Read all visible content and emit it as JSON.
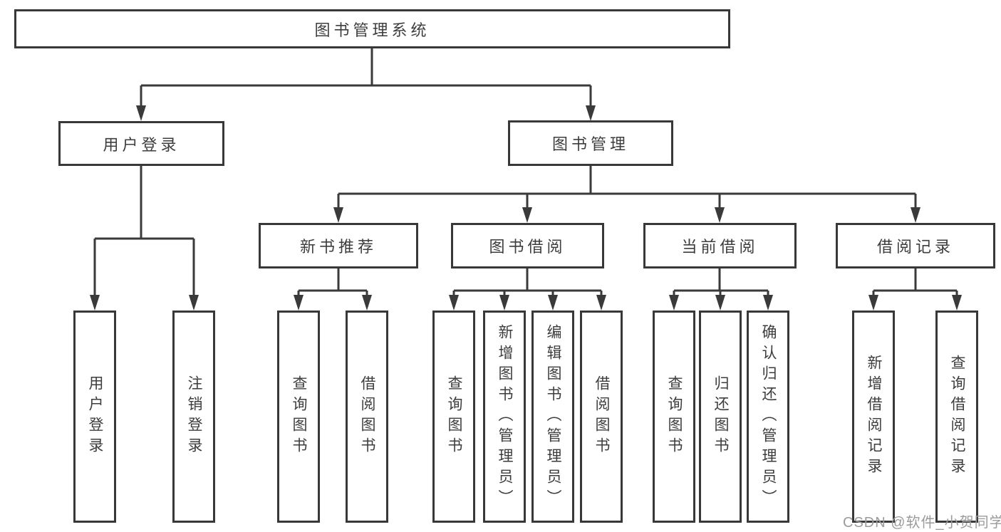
{
  "nodes": {
    "root": {
      "label": "图书管理系统"
    },
    "user_login": {
      "label": "用户登录"
    },
    "book_mgmt": {
      "label": "图书管理"
    },
    "new_book_rec": {
      "label": "新书推荐"
    },
    "book_borrow": {
      "label": "图书借阅"
    },
    "current_borrow": {
      "label": "当前借阅"
    },
    "borrow_record": {
      "label": "借阅记录"
    },
    "leaves": [
      {
        "label": "用户登录"
      },
      {
        "label": "注销登录"
      },
      {
        "label": "查询图书"
      },
      {
        "label": "借阅图书"
      },
      {
        "label": "查询图书"
      },
      {
        "label": "新增图书（管理员）"
      },
      {
        "label": "编辑图书（管理员）"
      },
      {
        "label": "借阅图书"
      },
      {
        "label": "查询图书"
      },
      {
        "label": "归还图书"
      },
      {
        "label": "确认归还（管理员）"
      },
      {
        "label": "新增借阅记录"
      },
      {
        "label": "查询借阅记录"
      }
    ]
  },
  "watermark": "CSDN @软件_小贺同学",
  "colors": {
    "line": "#3a3a3a",
    "border": "#383838",
    "text": "#3d3d3d",
    "watermark": "#9b9b9b",
    "background": "#ffffff"
  }
}
